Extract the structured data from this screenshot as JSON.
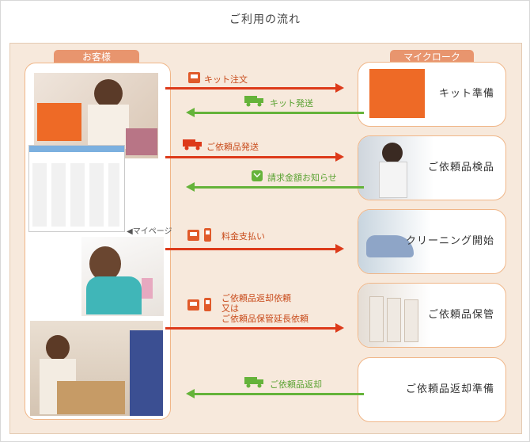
{
  "title": "ご利用の流れ",
  "customer_column": {
    "label": "お客様"
  },
  "provider_column": {
    "label": "マイクローク"
  },
  "mypage_label": "◀マイページ",
  "steps": [
    {
      "label": "キット準備"
    },
    {
      "label": "ご依頼品検品"
    },
    {
      "label": "クリーニング開始"
    },
    {
      "label": "ご依頼品保管"
    },
    {
      "label": "ご依頼品返却準備"
    }
  ],
  "flows": [
    {
      "label": "キット注文",
      "direction": "to-provider",
      "icons": [
        "pc-icon"
      ]
    },
    {
      "label": "キット発送",
      "direction": "to-customer",
      "icons": [
        "truck-icon"
      ]
    },
    {
      "label": "ご依頼品発送",
      "direction": "to-provider",
      "icons": [
        "truck-icon"
      ]
    },
    {
      "label": "請求金額お知らせ",
      "direction": "to-customer",
      "icons": [
        "mail-icon"
      ]
    },
    {
      "label": "料金支払い",
      "direction": "to-provider",
      "icons": [
        "pc-icon",
        "phone-icon"
      ]
    },
    {
      "label_lines": [
        "ご依頼品返却依頼",
        "又は",
        "ご依頼品保管延長依頼"
      ],
      "direction": "to-provider",
      "icons": [
        "pc-icon",
        "phone-icon"
      ]
    },
    {
      "label": "ご依頼品返却",
      "direction": "to-customer",
      "icons": [
        "truck-icon"
      ]
    }
  ],
  "colors": {
    "to_provider": "#dd3a1a",
    "to_customer": "#65b33a",
    "column_tab": "#e8956e",
    "panel": "#f7e9dc"
  }
}
